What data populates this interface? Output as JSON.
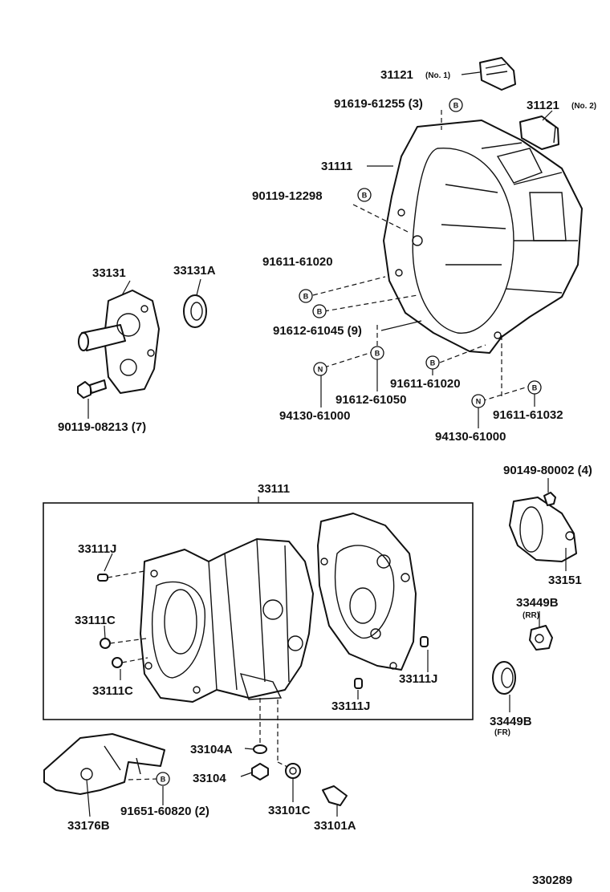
{
  "diagram_id": "330289",
  "group_label": "33111",
  "parts": {
    "p31121_1": {
      "number": "31121",
      "note": "(No. 1)"
    },
    "p31121_2": {
      "number": "31121",
      "note": "(No. 2)"
    },
    "p91619": {
      "number": "91619-61255 (3)"
    },
    "p31111": {
      "number": "31111"
    },
    "p90119_12298": {
      "number": "90119-12298"
    },
    "p91611_61020_a": {
      "number": "91611-61020"
    },
    "p91612_61045": {
      "number": "91612-61045 (9)"
    },
    "p91612_61050": {
      "number": "91612-61050"
    },
    "p91611_61020_b": {
      "number": "91611-61020"
    },
    "p91611_61032": {
      "number": "91611-61032"
    },
    "p94130_a": {
      "number": "94130-61000"
    },
    "p94130_b": {
      "number": "94130-61000"
    },
    "p33131": {
      "number": "33131"
    },
    "p33131a": {
      "number": "33131A"
    },
    "p90119_08213": {
      "number": "90119-08213 (7)"
    },
    "p90149": {
      "number": "90149-80002 (4)"
    },
    "p33151": {
      "number": "33151"
    },
    "p33449b_rr": {
      "number": "33449B",
      "note": "(RR)"
    },
    "p33449b_fr": {
      "number": "33449B",
      "note": "(FR)"
    },
    "p33111j_a": {
      "number": "33111J"
    },
    "p33111c_a": {
      "number": "33111C"
    },
    "p33111c_b": {
      "number": "33111C"
    },
    "p33111j_b": {
      "number": "33111J"
    },
    "p33111j_c": {
      "number": "33111J"
    },
    "p33104a": {
      "number": "33104A"
    },
    "p33104": {
      "number": "33104"
    },
    "p91651": {
      "number": "91651-60820 (2)"
    },
    "p33176b": {
      "number": "33176B"
    },
    "p33101c": {
      "number": "33101C"
    },
    "p33101a": {
      "number": "33101A"
    }
  },
  "markers": {
    "bolt": "B",
    "nut": "N"
  }
}
